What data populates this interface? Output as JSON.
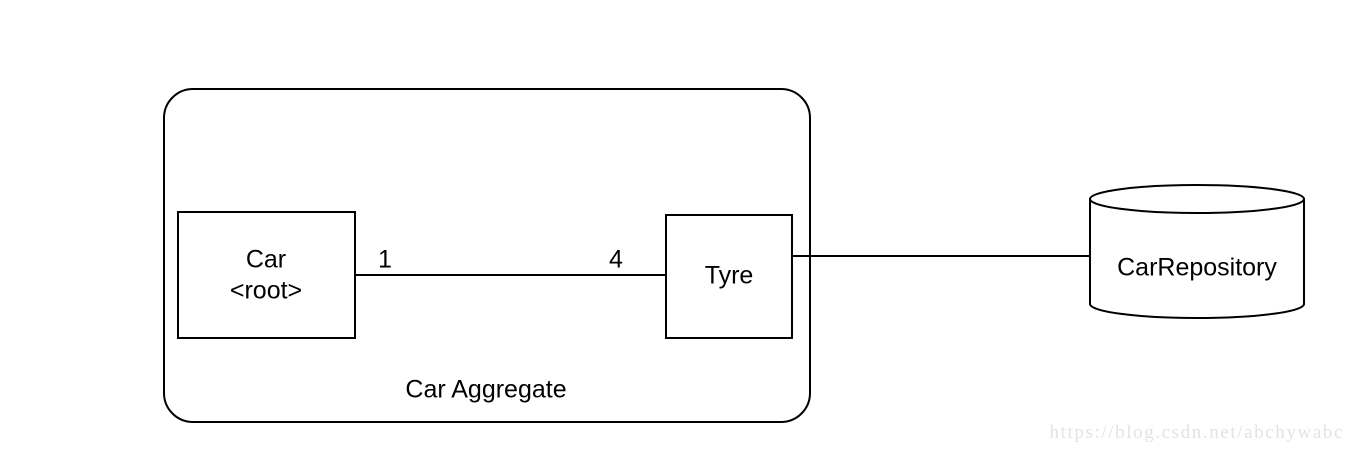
{
  "diagram": {
    "title": "Car Aggregate",
    "background_color": "#ffffff",
    "stroke_color": "#000000",
    "aggregate": {
      "label": "Car Aggregate"
    },
    "nodes": [
      {
        "name": "car",
        "shape": "rectangle",
        "label_line1": "Car",
        "label_line2": "<root>"
      },
      {
        "name": "tyre",
        "shape": "rectangle",
        "label": "Tyre"
      },
      {
        "name": "car-repository",
        "shape": "cylinder",
        "label": "CarRepository"
      }
    ],
    "edges": [
      {
        "name": "car-tyre-association",
        "from": "car",
        "to": "tyre",
        "source_multiplicity": "1",
        "target_multiplicity": "4"
      },
      {
        "name": "tyre-repository-link",
        "from": "tyre",
        "to": "car-repository",
        "source_multiplicity": "",
        "target_multiplicity": ""
      }
    ]
  },
  "watermark": {
    "text": "https://blog.csdn.net/abchywabc",
    "color": "#e3e3e3"
  }
}
